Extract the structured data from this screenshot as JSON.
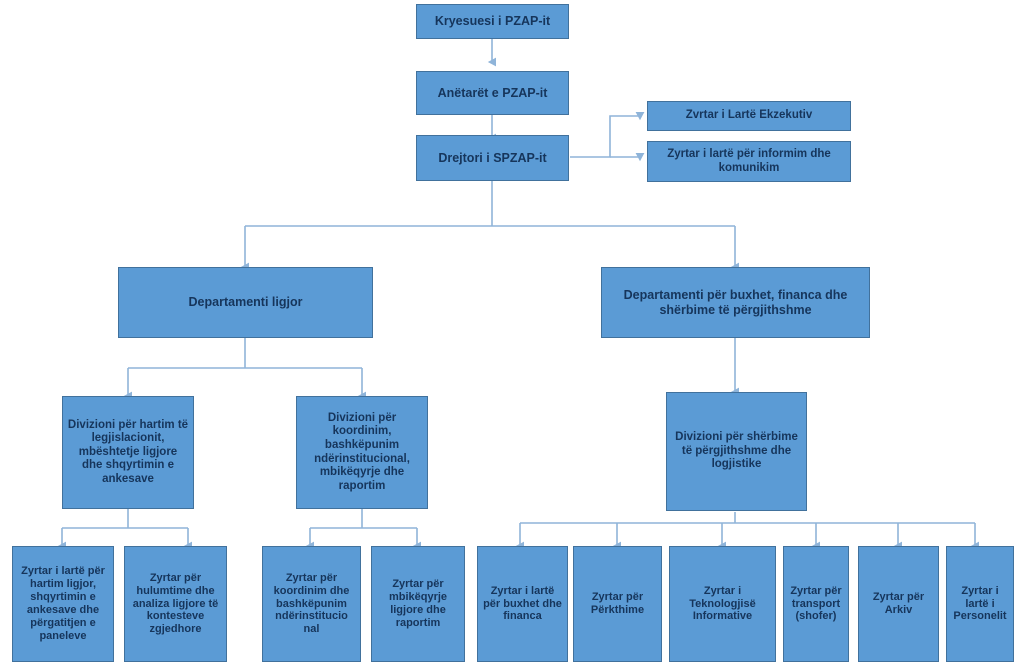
{
  "diagram": {
    "title_text_color": "#16355b",
    "node_fill": "#5b9bd5",
    "node_border": "#41719c",
    "connector_color": "#8fb4d9",
    "background": "#ffffff",
    "nodes": {
      "chair": "Kryesuesi i PZAP-it",
      "members": "Anëtarët e PZAP-it",
      "director": "Drejtori i SPZAP-it",
      "senior_executive": "Zvrtar i Lartë Ekzekutiv",
      "info_officer": "Zyrtar i lartë për informim dhe komunikim",
      "dept_legal": "Departamenti ligjor",
      "dept_budget": "Departamenti për buxhet, financa dhe shërbime të përgjithshme",
      "div_legislation": "Divizioni për hartim të legjislacionit, mbështetje ligjore dhe shqyrtimin e ankesave",
      "div_coordination": "Divizioni për koordinim, bashkëpunim ndërinstitucional, mbikëqyrje dhe raportim",
      "div_services": "Divizioni për shërbime të përgjithshme dhe logjistike",
      "off_drafting": "Zyrtar i lartë për hartim ligjor, shqyrtimin  e ankesave dhe përgatitjen e paneleve",
      "off_research": "Zyrtar për hulumtime dhe analiza ligjore të kontesteve zgjedhore",
      "off_coordination": "Zyrtar për koordinim dhe bashkëpunim ndërinstitucio nal",
      "off_oversight": "Zyrtar për mbikëqyrje ligjore dhe raportim",
      "off_budget": "Zyrtar i lartë për buxhet dhe financa",
      "off_translation": "Zyrtar për Përkthime",
      "off_it": "Zyrtar i Teknologjisë Informative",
      "off_transport": "Zyrtar për transport (shofer)",
      "off_archive": "Zyrtar për Arkiv",
      "off_personnel": "Zyrtar i lartë i Personelit"
    }
  }
}
